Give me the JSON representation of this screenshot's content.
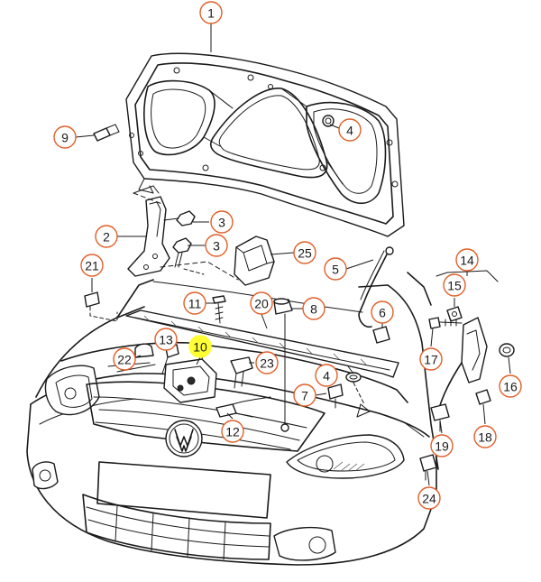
{
  "callouts": [
    {
      "id": "1",
      "label": "1",
      "highlight": false
    },
    {
      "id": "2",
      "label": "2",
      "highlight": false
    },
    {
      "id": "3a",
      "label": "3",
      "highlight": false
    },
    {
      "id": "3b",
      "label": "3",
      "highlight": false
    },
    {
      "id": "4a",
      "label": "4",
      "highlight": false
    },
    {
      "id": "4b",
      "label": "4",
      "highlight": false
    },
    {
      "id": "5",
      "label": "5",
      "highlight": false
    },
    {
      "id": "6",
      "label": "6",
      "highlight": false
    },
    {
      "id": "7",
      "label": "7",
      "highlight": false
    },
    {
      "id": "8",
      "label": "8",
      "highlight": false
    },
    {
      "id": "9",
      "label": "9",
      "highlight": false
    },
    {
      "id": "10",
      "label": "10",
      "highlight": true
    },
    {
      "id": "11",
      "label": "11",
      "highlight": false
    },
    {
      "id": "12",
      "label": "12",
      "highlight": false
    },
    {
      "id": "13",
      "label": "13",
      "highlight": false
    },
    {
      "id": "14",
      "label": "14",
      "highlight": false
    },
    {
      "id": "15",
      "label": "15",
      "highlight": false
    },
    {
      "id": "16",
      "label": "16",
      "highlight": false
    },
    {
      "id": "17",
      "label": "17",
      "highlight": false
    },
    {
      "id": "18",
      "label": "18",
      "highlight": false
    },
    {
      "id": "19",
      "label": "19",
      "highlight": false
    },
    {
      "id": "20",
      "label": "20",
      "highlight": false
    },
    {
      "id": "21",
      "label": "21",
      "highlight": false
    },
    {
      "id": "22",
      "label": "22",
      "highlight": false
    },
    {
      "id": "23",
      "label": "23",
      "highlight": false
    },
    {
      "id": "24",
      "label": "24",
      "highlight": false
    },
    {
      "id": "25",
      "label": "25",
      "highlight": false
    }
  ],
  "colors": {
    "line": "#1a1a1a",
    "callout_ring": "#e0602a",
    "highlight": "#ffff33",
    "background": "#ffffff"
  }
}
